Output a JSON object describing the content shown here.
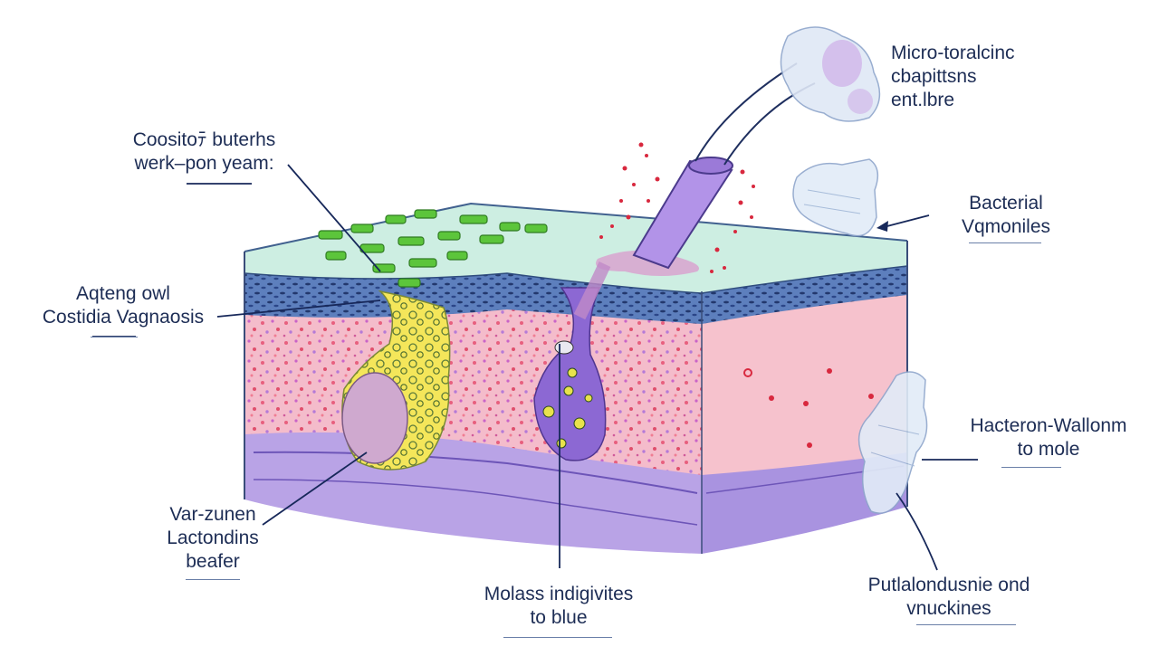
{
  "labels": [
    {
      "id": "top-left",
      "lines": [
        "Coositoﾃ buterhs",
        "werk–pon yeam:"
      ]
    },
    {
      "id": "left-mid",
      "lines": [
        "Aqteng owl",
        "Costidia Vagnaosis"
      ]
    },
    {
      "id": "bottom-left",
      "lines": [
        "Var-zunen",
        "Lactondins",
        "beafer"
      ]
    },
    {
      "id": "bottom-center",
      "lines": [
        "Molass indigivites",
        "to blue"
      ]
    },
    {
      "id": "top-right",
      "lines": [
        "Micro-toralcinc",
        "cbapittsns",
        "ent.lbre"
      ]
    },
    {
      "id": "right-upper",
      "lines": [
        "Bacterial",
        "Vqmoniles"
      ]
    },
    {
      "id": "right-mid",
      "lines": [
        "Hacteron-Wallonm",
        "to mole"
      ]
    },
    {
      "id": "bottom-right",
      "lines": [
        "Putlalondusnie ond",
        "vnuckines"
      ]
    }
  ],
  "colors": {
    "label_text": "#1d2d55",
    "pointer_line": "#17285a",
    "surface_layer": "#c9eee0",
    "blue_layer": "#4e6fae",
    "dermis": "#f2b7c4",
    "base_layer": "#b59de2",
    "rods": "#5ac23a",
    "yellow_cells": "#f2e24a",
    "purple_cells": "#8a62d0",
    "tube": "#b08ee6",
    "red_dots": "#d8283e",
    "crystal": "#c7ddf2"
  },
  "icons": [
    "green-rod-bacteria",
    "red-droplets",
    "purple-tube-instrument",
    "crystal-particle"
  ]
}
